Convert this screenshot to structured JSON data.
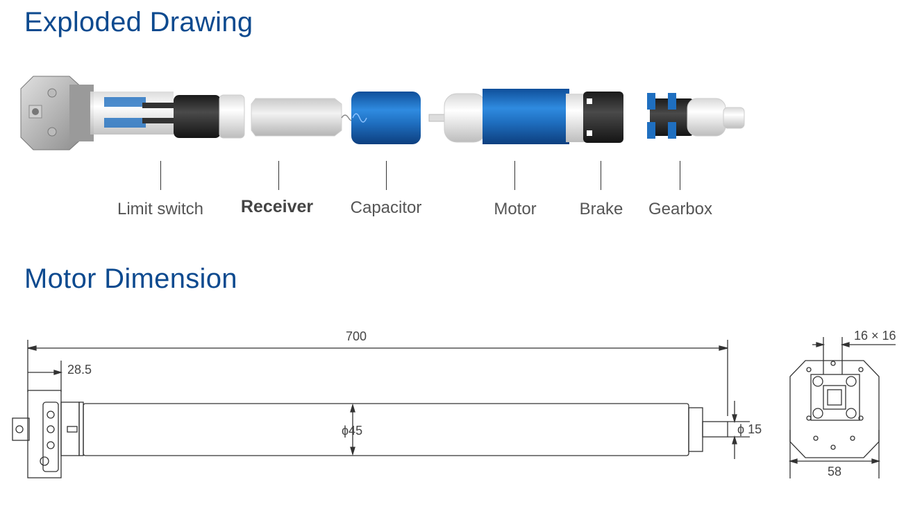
{
  "titles": {
    "exploded": "Exploded Drawing",
    "dimension": "Motor Dimension"
  },
  "parts": [
    {
      "label": "Limit switch",
      "bold": false
    },
    {
      "label": "Receiver",
      "bold": true
    },
    {
      "label": "Capacitor",
      "bold": false
    },
    {
      "label": "Motor",
      "bold": false
    },
    {
      "label": "Brake",
      "bold": false
    },
    {
      "label": "Gearbox",
      "bold": false
    }
  ],
  "dimensions": {
    "length": "700",
    "head": "28.5",
    "tube_diameter": "ϕ45",
    "shaft_diameter": "ϕ 15",
    "square": "16 × 16",
    "width": "58"
  },
  "colors": {
    "title": "#0d4a8f",
    "blue": "#1f6fc0",
    "dark": "#2b2b2b"
  }
}
